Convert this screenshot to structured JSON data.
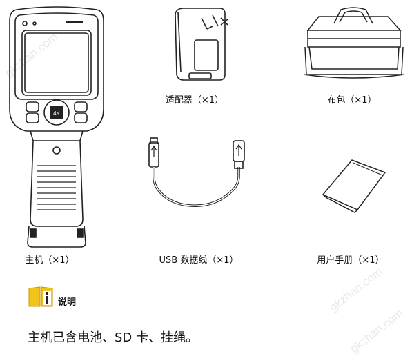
{
  "items": {
    "adapter": {
      "caption": "适配器（×1）"
    },
    "cloth_bag": {
      "caption": "布包（×1）"
    },
    "main_unit": {
      "caption": "主机（×1）"
    },
    "usb_cable": {
      "caption": "USB 数据线（×1）"
    },
    "manual": {
      "caption": "用户手册（×1）"
    }
  },
  "note": {
    "label": "说明",
    "text": "主机已含电池、SD 卡、挂绳。",
    "icon": "info-book-icon",
    "icon_color": "#f0c419"
  },
  "watermark": "gkzhan.com",
  "camera_screen_label": "4K"
}
